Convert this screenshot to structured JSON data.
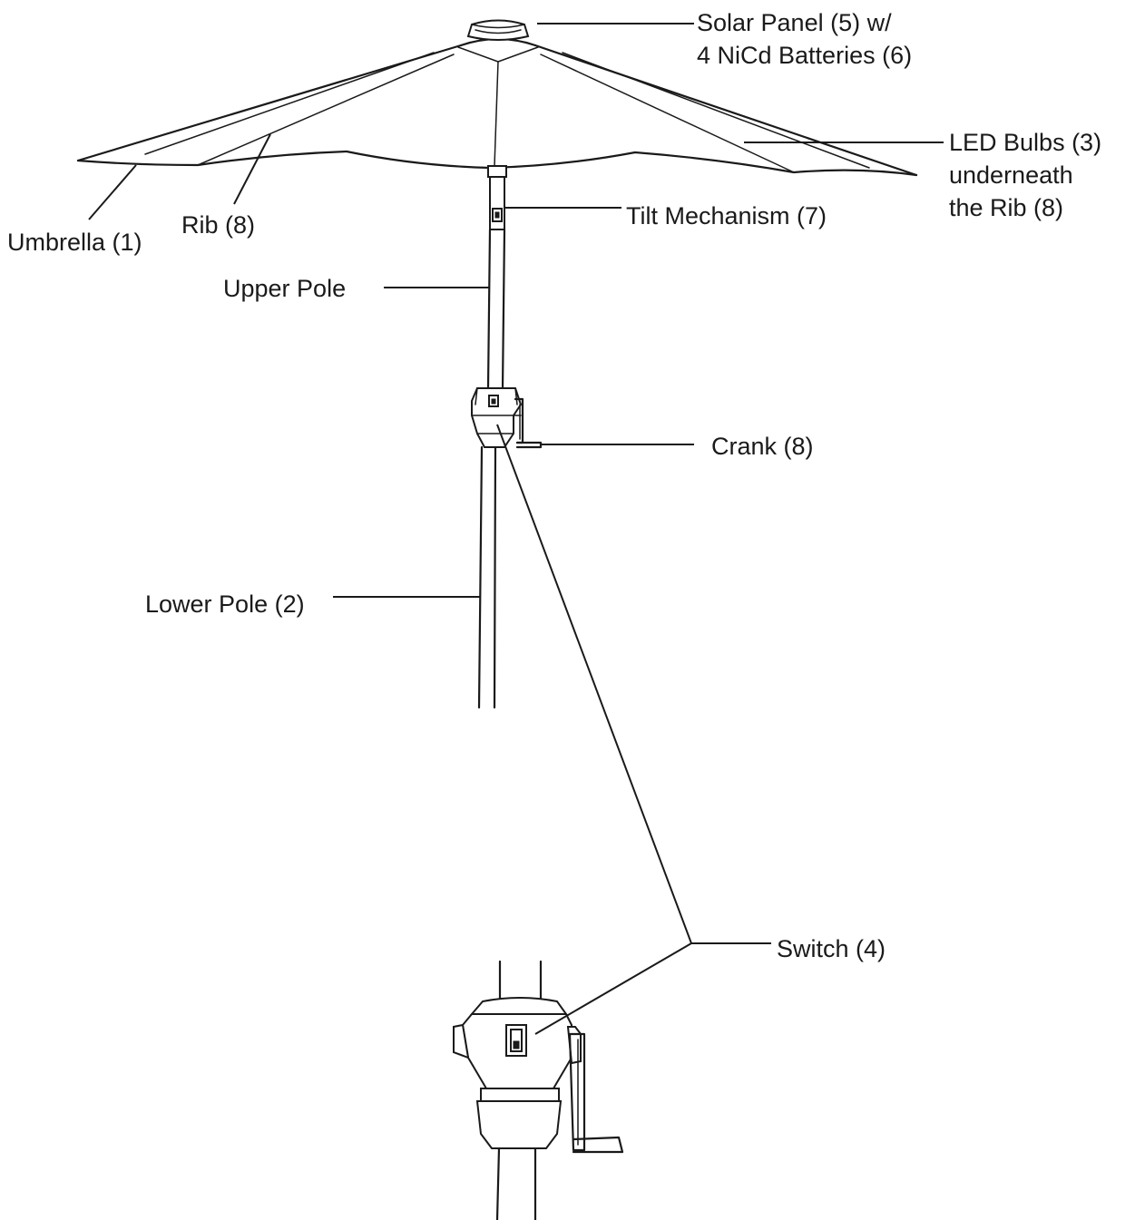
{
  "labels": {
    "solar_panel_line1": "Solar Panel (5) w/",
    "solar_panel_line2": "4 NiCd Batteries (6)",
    "led_bulbs_line1": "LED Bulbs (3)",
    "led_bulbs_line2": "underneath",
    "led_bulbs_line3": "the Rib (8)",
    "tilt_mechanism": "Tilt Mechanism (7)",
    "rib": "Rib (8)",
    "umbrella": "Umbrella (1)",
    "upper_pole": "Upper Pole",
    "crank": "Crank (8)",
    "lower_pole": "Lower Pole (2)",
    "switch": "Switch (4)"
  }
}
